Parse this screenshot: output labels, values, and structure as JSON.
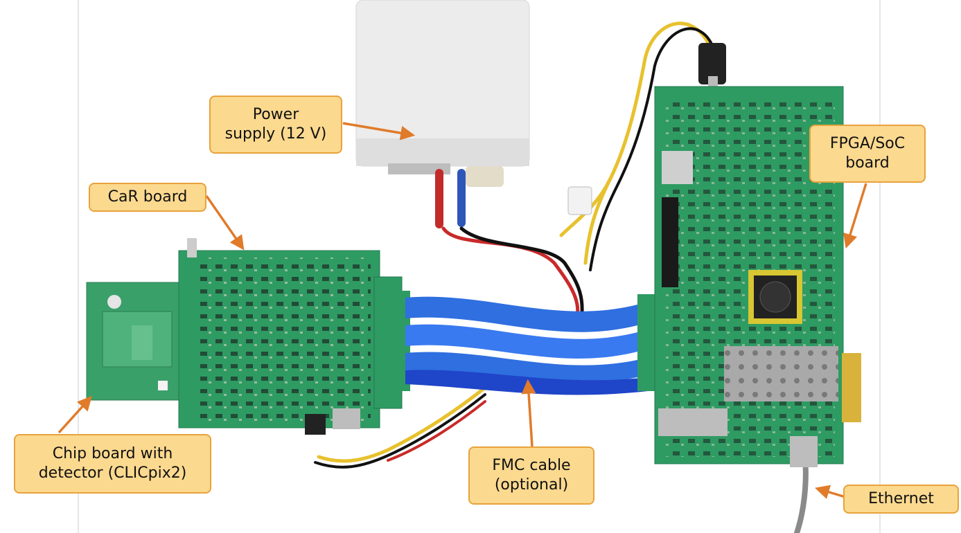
{
  "callouts": {
    "power_supply": {
      "line1": "Power",
      "line2": "supply (12 V)"
    },
    "fpga_board": {
      "line1": "FPGA/SoC",
      "line2": "board"
    },
    "car_board": {
      "line1": "CaR board"
    },
    "chip_board": {
      "line1": "Chip board with",
      "line2": "detector (CLICpix2)"
    },
    "fmc_cable": {
      "line1": "FMC cable",
      "line2": "(optional)"
    },
    "ethernet": {
      "line1": "Ethernet"
    }
  },
  "colors": {
    "callout_fill": "#fbd98f",
    "callout_border": "#e9a23b",
    "arrow": "#e07b2a",
    "pcb_green": "#2e9b63",
    "ribbon_blue": "#2f6fe0"
  }
}
